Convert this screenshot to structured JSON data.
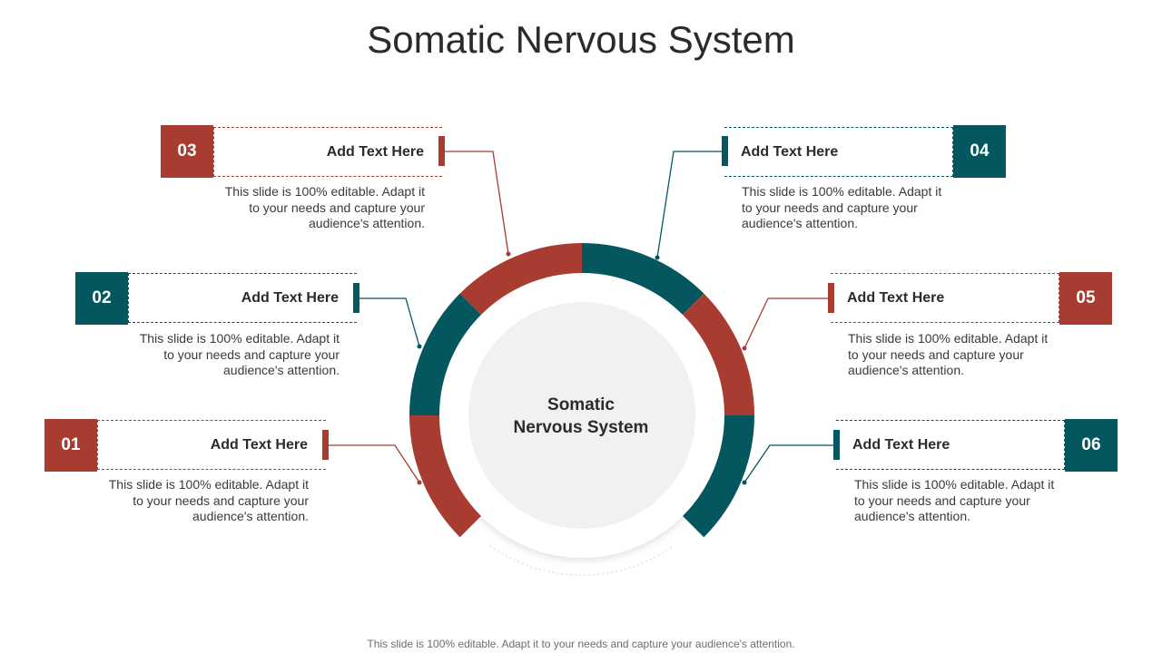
{
  "title": "Somatic Nervous System",
  "center": {
    "line1": "Somatic",
    "line2": "Nervous System"
  },
  "colors": {
    "red": "#a83c31",
    "teal": "#04565f",
    "center_fill": "#f1f1f1"
  },
  "items": [
    {
      "number": "01",
      "heading": "Add Text Here",
      "description": "This slide is 100% editable. Adapt it to your needs and capture your audience's attention.",
      "color": "red"
    },
    {
      "number": "02",
      "heading": "Add Text Here",
      "description": "This slide is 100% editable. Adapt it to your needs and capture your audience's attention.",
      "color": "teal"
    },
    {
      "number": "03",
      "heading": "Add Text Here",
      "description": "This slide is 100% editable. Adapt it to your needs and capture your audience's attention.",
      "color": "red"
    },
    {
      "number": "04",
      "heading": "Add Text Here",
      "description": "This slide is 100% editable. Adapt it to your needs and capture your audience's attention.",
      "color": "teal"
    },
    {
      "number": "05",
      "heading": "Add Text Here",
      "description": "This slide is 100% editable. Adapt it to your needs and capture your audience's attention.",
      "color": "red"
    },
    {
      "number": "06",
      "heading": "Add Text Here",
      "description": "This slide is 100% editable. Adapt it to your needs and capture your audience's attention.",
      "color": "teal"
    }
  ],
  "footer": "This slide is 100% editable. Adapt it to your needs and capture your audience's attention."
}
